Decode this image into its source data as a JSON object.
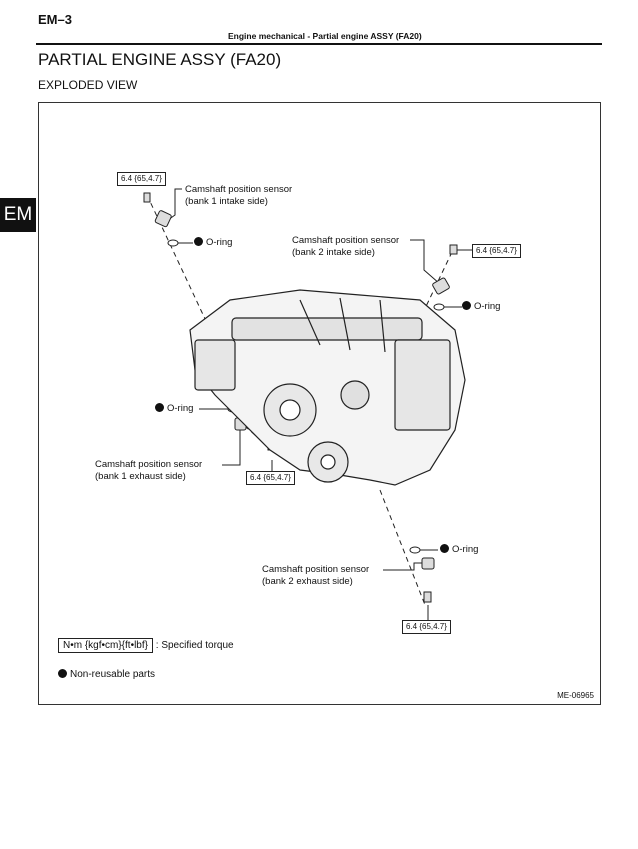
{
  "header": {
    "page_number": "EM–3",
    "running_title": "Engine mechanical  -  Partial engine ASSY (FA20)",
    "section_tab": "EM"
  },
  "title": "PARTIAL ENGINE ASSY (FA20)",
  "subtitle": "EXPLODED VIEW",
  "figure": {
    "torque_top_left": "6.4 {65,4.7}",
    "torque_bank2_intake": "6.4 {65,4.7}",
    "torque_bank1_exhaust": "6.4 {65,4.7}",
    "torque_bank2_exhaust": "6.4 {65,4.7}",
    "sensor_bank1_intake_line1": "Camshaft position sensor",
    "sensor_bank1_intake_line2": "(bank 1 intake side)",
    "sensor_bank2_intake_line1": "Camshaft position sensor",
    "sensor_bank2_intake_line2": "(bank 2 intake side)",
    "sensor_bank1_exhaust_line1": "Camshaft position sensor",
    "sensor_bank1_exhaust_line2": "(bank 1 exhaust side)",
    "sensor_bank2_exhaust_line1": "Camshaft position sensor",
    "sensor_bank2_exhaust_line2": "(bank 2 exhaust side)",
    "oring_1": "O-ring",
    "oring_2": "O-ring",
    "oring_3": "O-ring",
    "oring_4": "O-ring",
    "figure_code": "ME-06965"
  },
  "legend": {
    "torque_unit": "N•m {kgf•cm}{ft•lbf}",
    "torque_desc": ": Specified torque",
    "nonreusable": "Non-reusable parts"
  }
}
